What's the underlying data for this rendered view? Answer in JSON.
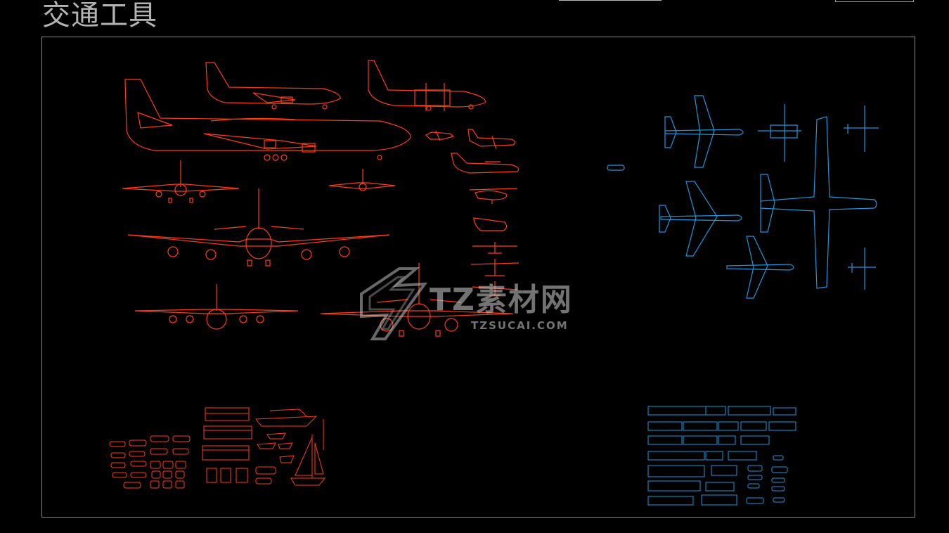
{
  "document": {
    "title": "交通工具"
  },
  "colors": {
    "title": "#b4b4b4",
    "frame": "#8a8a8a",
    "red_linework": "#ff3c14",
    "blue_linework": "#1e96dc",
    "watermark": "#d2d2d2"
  },
  "watermark": {
    "brand_cn": "TZ素材网",
    "site": "TZSUCAI.COM"
  },
  "drawing": {
    "groups": [
      {
        "name": "red-aircraft-elevations",
        "color": "red"
      },
      {
        "name": "blue-aircraft-plans",
        "color": "blue"
      },
      {
        "name": "red-ground-vehicles-boats",
        "color": "red"
      },
      {
        "name": "blue-vehicle-plans",
        "color": "blue"
      }
    ]
  }
}
